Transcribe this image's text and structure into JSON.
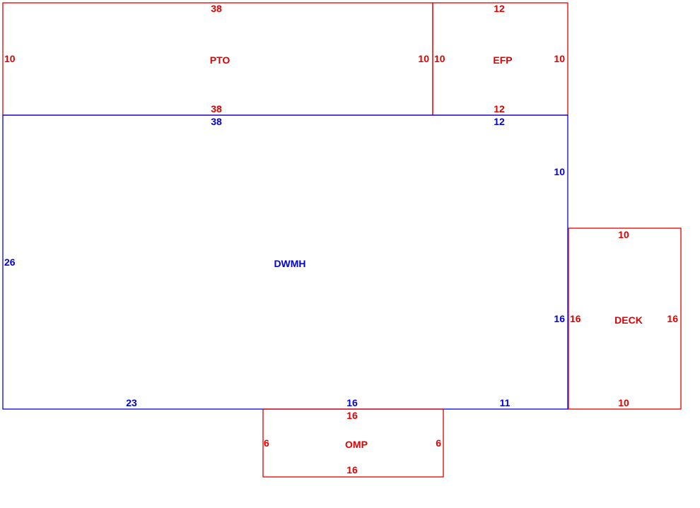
{
  "colors": {
    "main": "#0000e0",
    "addition": "#e00000",
    "background": "#ffffff"
  },
  "areas": [
    {
      "id": "dwmh",
      "name": "DWMH",
      "color": "main",
      "top": "38",
      "left": "26",
      "right_upper": "10",
      "right_lower": "16",
      "bottom_left": "23",
      "bottom_mid": "16",
      "bottom_right": "11",
      "top_right": "12"
    },
    {
      "id": "pto",
      "name": "PTO",
      "color": "addition",
      "top": "38",
      "bottom": "38",
      "left": "10",
      "right": "10"
    },
    {
      "id": "efp",
      "name": "EFP",
      "color": "addition",
      "top": "12",
      "bottom": "12",
      "left": "10",
      "right": "10"
    },
    {
      "id": "deck",
      "name": "DECK",
      "color": "addition",
      "top": "10",
      "bottom": "10",
      "left": "16",
      "right": "16"
    },
    {
      "id": "omp",
      "name": "OMP",
      "color": "addition",
      "top": "16",
      "bottom": "16",
      "left": "6",
      "right": "6"
    }
  ]
}
